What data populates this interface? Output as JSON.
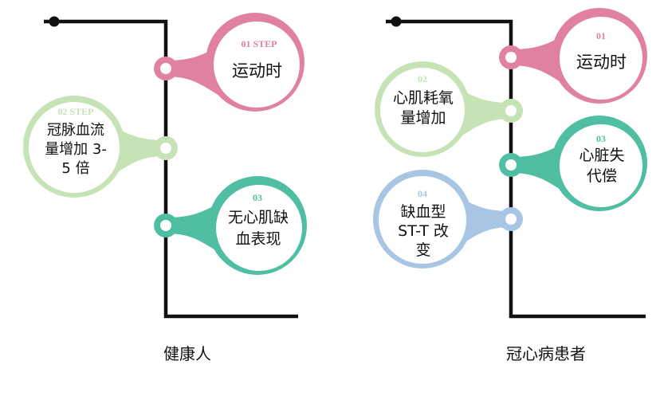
{
  "colors": {
    "pink": "#e0829f",
    "green_light": "#c6e3b6",
    "teal": "#4fbea3",
    "blue_light": "#a8c6e3",
    "line": "#111111"
  },
  "left": {
    "caption": "健康人",
    "steps": [
      {
        "step": "01 STEP",
        "text": "运动时",
        "color": "pink"
      },
      {
        "step": "02 STEP",
        "text": "冠脉血流 量增加 3-5 倍",
        "color": "green_light"
      },
      {
        "step": "03",
        "text": "无心肌缺 血表现",
        "color": "teal"
      }
    ]
  },
  "right": {
    "caption": "冠心病患者",
    "steps": [
      {
        "step": "01",
        "text": "运动时",
        "color": "pink"
      },
      {
        "step": "02",
        "text": "心肌耗氧 量增加",
        "color": "green_light"
      },
      {
        "step": "03",
        "text": "心脏失 代偿",
        "color": "teal"
      },
      {
        "step": "04",
        "text": "缺血型 ST-T 改 变",
        "color": "blue_light"
      }
    ]
  }
}
